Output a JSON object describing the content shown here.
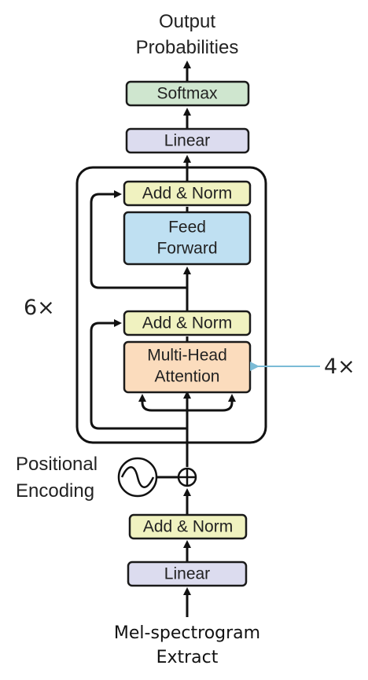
{
  "output_label": [
    "Output",
    "Probabilities"
  ],
  "input_label": [
    "Mel-spectrogram",
    "Extract"
  ],
  "positional_encoding_label": [
    "Positional",
    "Encoding"
  ],
  "repeat_outer": "6×",
  "repeat_attention": "4×",
  "blocks": {
    "softmax": "Softmax",
    "linear_top": "Linear",
    "add_norm_ff": "Add & Norm",
    "feed_forward": [
      "Feed",
      "Forward"
    ],
    "add_norm_attn": "Add & Norm",
    "multi_head": [
      "Multi-Head",
      "Attention"
    ],
    "add_norm_bottom": "Add & Norm",
    "linear_bottom": "Linear"
  },
  "colors": {
    "softmax": "#cfe6cf",
    "linear": "#dcdcef",
    "add_norm": "#f0f2c0",
    "feed_forward": "#bfe0f2",
    "multi_head": "#fbdcbd",
    "attention_arrow": "#7bbbd6"
  }
}
